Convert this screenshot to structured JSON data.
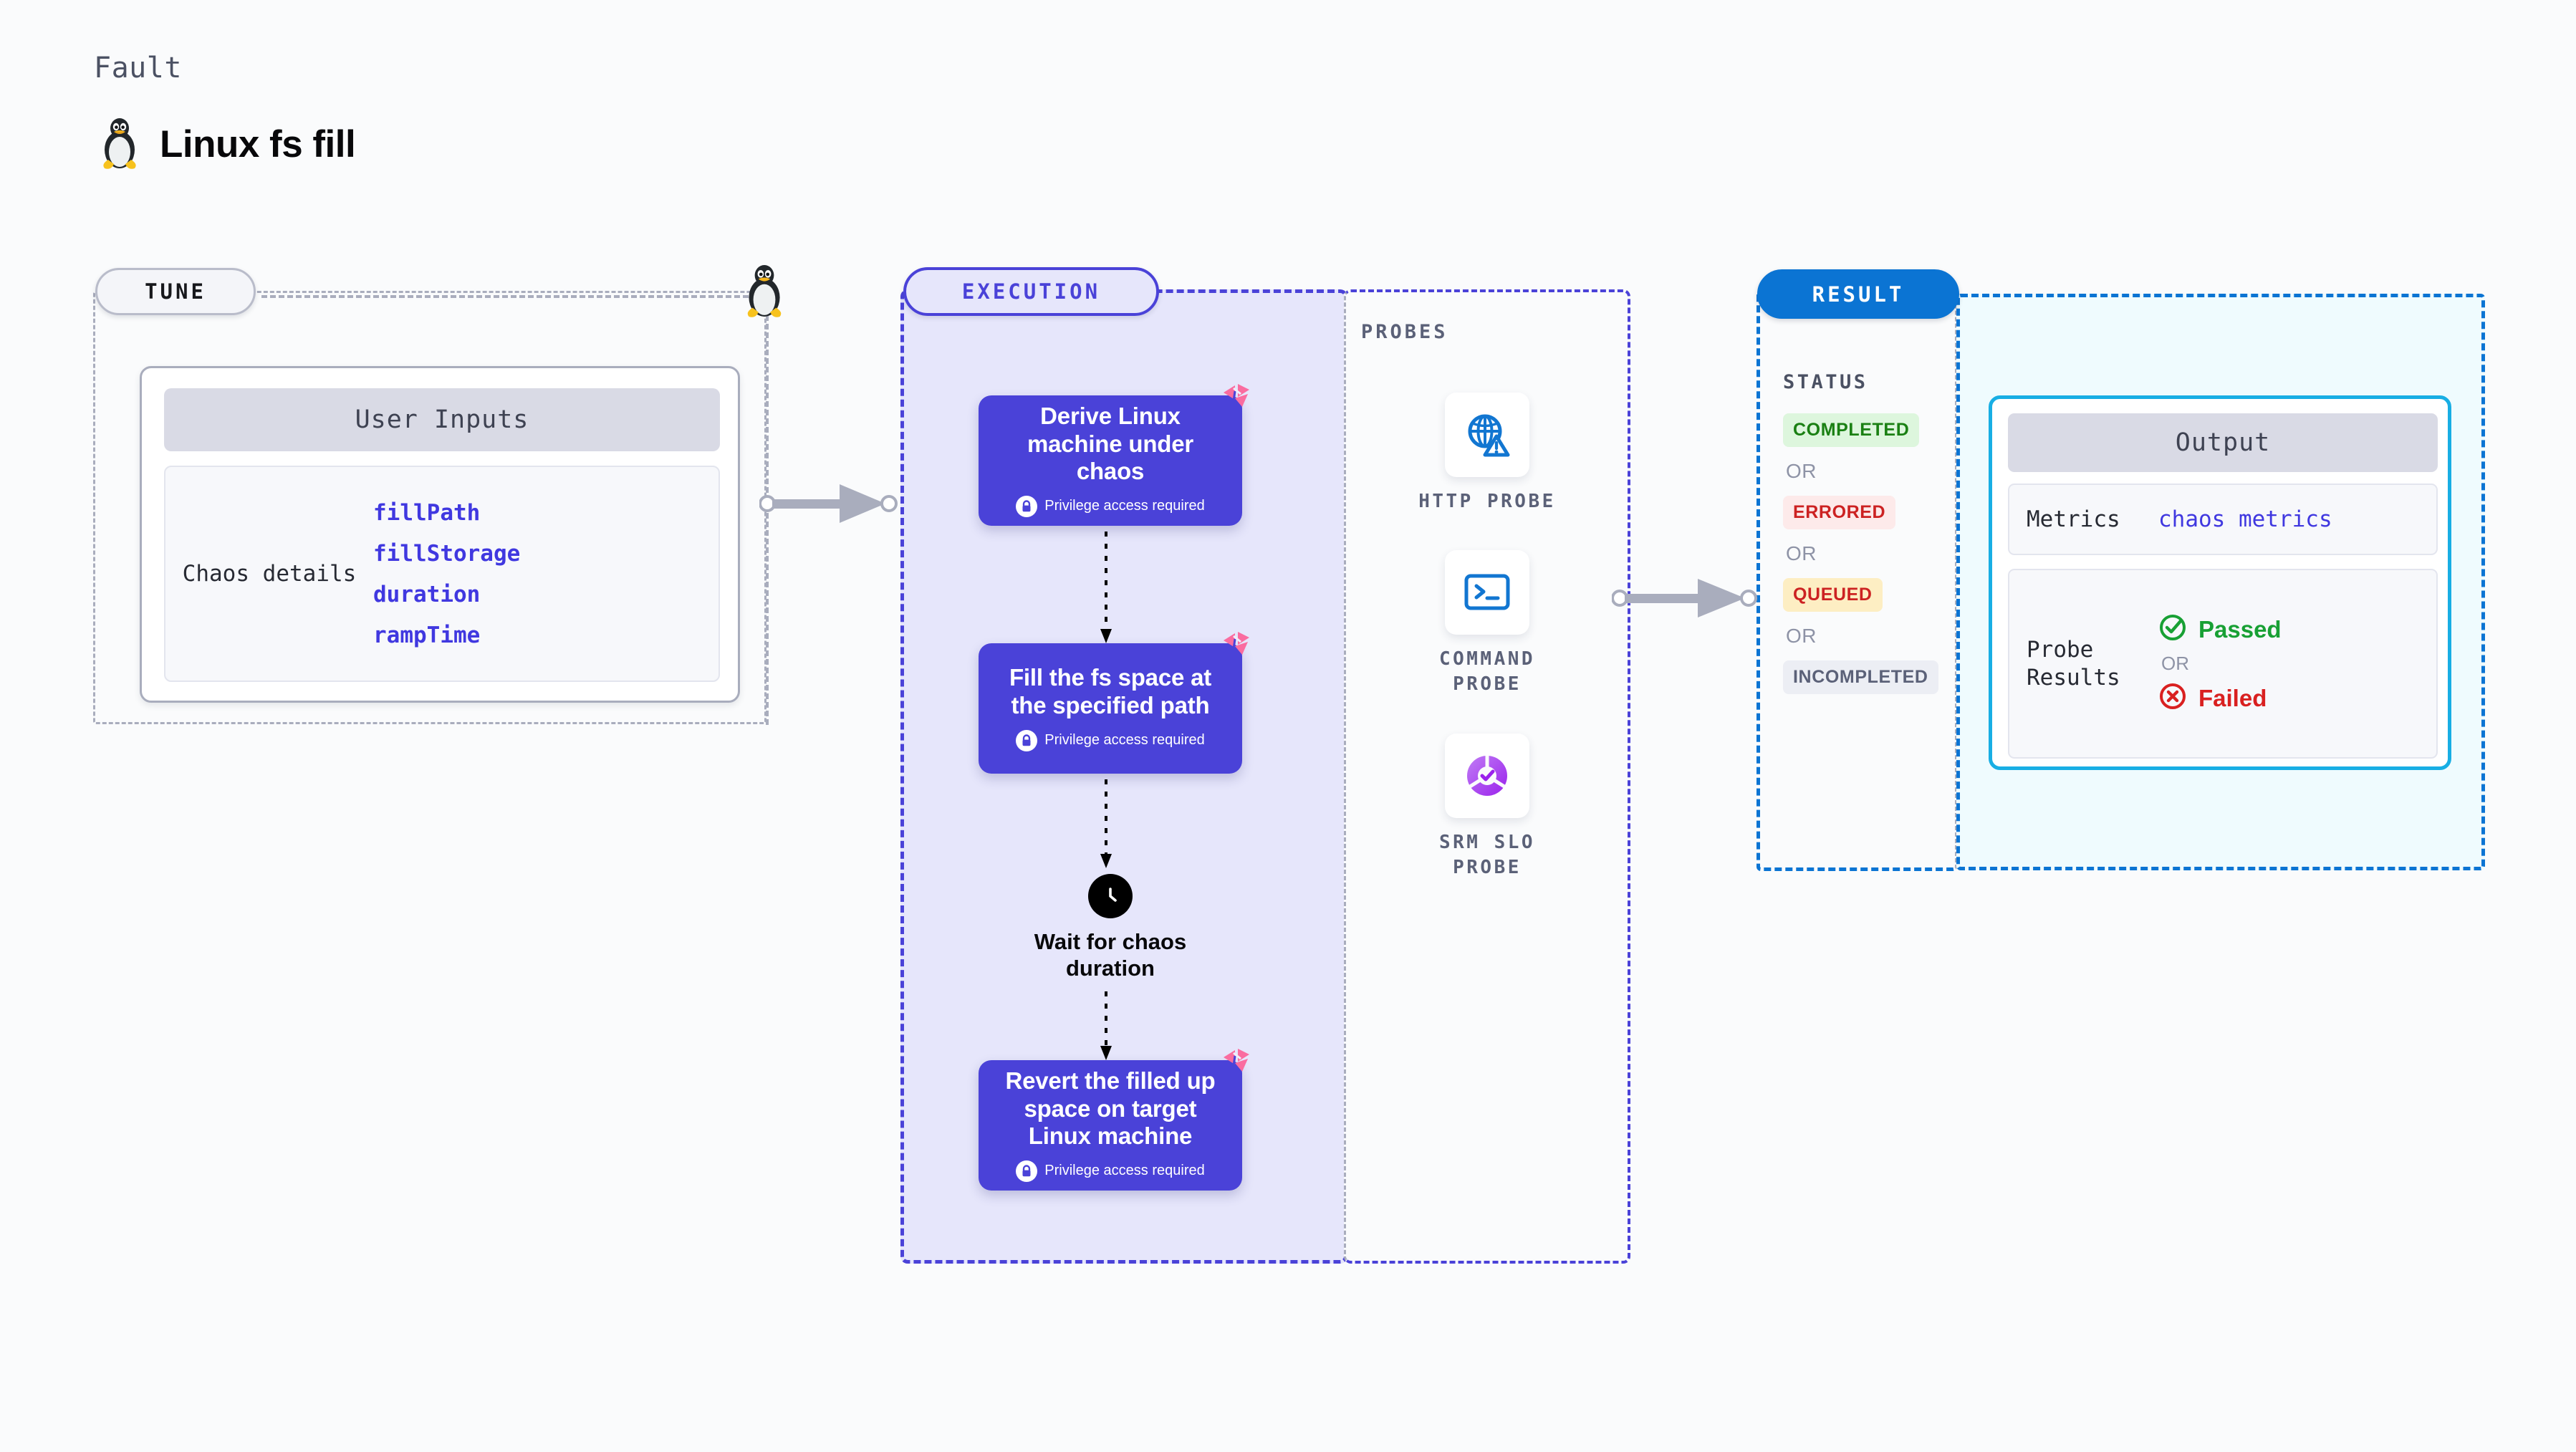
{
  "header": {
    "kicker": "Fault",
    "title": "Linux fs fill",
    "icon": "tux-penguin-icon"
  },
  "tune": {
    "chip_label": "TUNE",
    "card": {
      "header": "User Inputs",
      "row_label": "Chaos details",
      "values": [
        "fillPath",
        "fillStorage",
        "duration",
        "rampTime"
      ]
    }
  },
  "execution": {
    "chip_label": "EXECUTION",
    "privilege_note": "Privilege access required",
    "steps": [
      {
        "title": "Derive Linux machine under chaos",
        "privileged": true
      },
      {
        "title": "Fill the fs space at the specified path",
        "privileged": true
      },
      {
        "title": "Revert the filled up space on target Linux machine",
        "privileged": true
      }
    ],
    "wait_node": {
      "label": "Wait for chaos duration",
      "icon": "clock-icon"
    }
  },
  "probes": {
    "title": "PROBES",
    "items": [
      {
        "label": "HTTP PROBE",
        "icon": "globe-warning-icon"
      },
      {
        "label": "COMMAND PROBE",
        "icon": "terminal-icon"
      },
      {
        "label": "SRM SLO PROBE",
        "icon": "slo-donut-check-icon"
      }
    ]
  },
  "result": {
    "chip_label": "RESULT",
    "status_title": "STATUS",
    "or_label": "OR",
    "statuses": [
      {
        "label": "COMPLETED",
        "tone": "success"
      },
      {
        "label": "ERRORED",
        "tone": "error"
      },
      {
        "label": "QUEUED",
        "tone": "warning"
      },
      {
        "label": "INCOMPLETED",
        "tone": "neutral"
      }
    ],
    "output": {
      "header": "Output",
      "metrics_key": "Metrics",
      "metrics_value": "chaos metrics",
      "probe_results_key": "Probe Results",
      "passed_label": "Passed",
      "failed_label": "Failed",
      "or_label": "OR"
    }
  },
  "colors": {
    "purple": "#4a42d8",
    "purple_bg": "#e6e6fb",
    "blue": "#0b74d3",
    "cyan": "#18aee4",
    "cyan_bg": "#effbfe",
    "pink": "#fa6ca0",
    "green": "#18a034",
    "red": "#d92020",
    "gray_dash": "#a9adbd"
  }
}
